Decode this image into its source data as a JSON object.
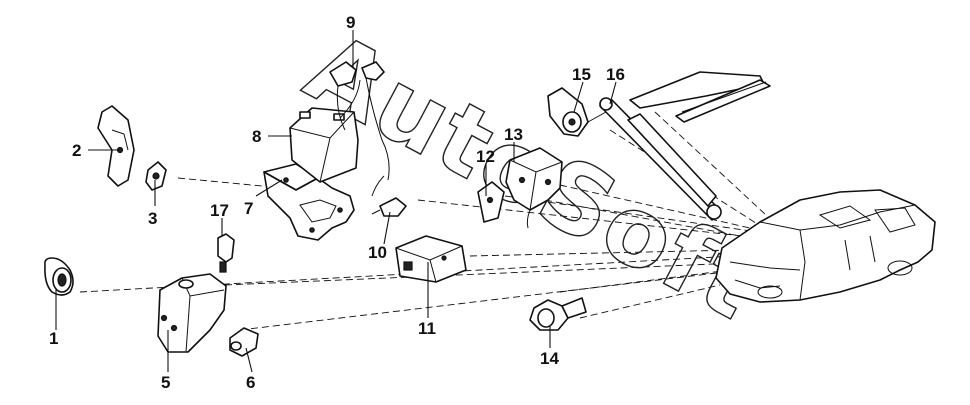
{
  "diagram": {
    "watermark": "AutoSoft",
    "callouts": {
      "c1": "1",
      "c2": "2",
      "c3": "3",
      "c5": "5",
      "c6": "6",
      "c7": "7",
      "c8": "8",
      "c9": "9",
      "c10": "10",
      "c11": "11",
      "c12": "12",
      "c13": "13",
      "c14": "14",
      "c15": "15",
      "c16": "16",
      "c17": "17"
    }
  }
}
